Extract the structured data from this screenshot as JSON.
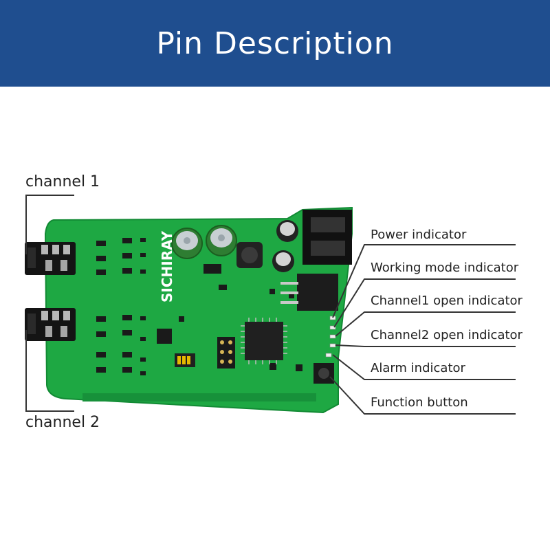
{
  "header": {
    "title": "Pin Description"
  },
  "labels": {
    "channel_1": "channel 1",
    "channel_2": "channel 2",
    "power_indicator": "Power indicator",
    "working_mode_indicator": "Working mode indicator",
    "channel1_open_indicator": "Channel1 open indicator",
    "channel2_open_indicator": "Channel2 open indicator",
    "alarm_indicator": "Alarm indicator",
    "function_button": "Function button"
  },
  "board": {
    "brand": "SICHIRAY"
  },
  "colors": {
    "header_background": "#1f4e8f",
    "header_text": "#ffffff",
    "pcb_green": "#1ea843",
    "callout_line": "#333333"
  }
}
